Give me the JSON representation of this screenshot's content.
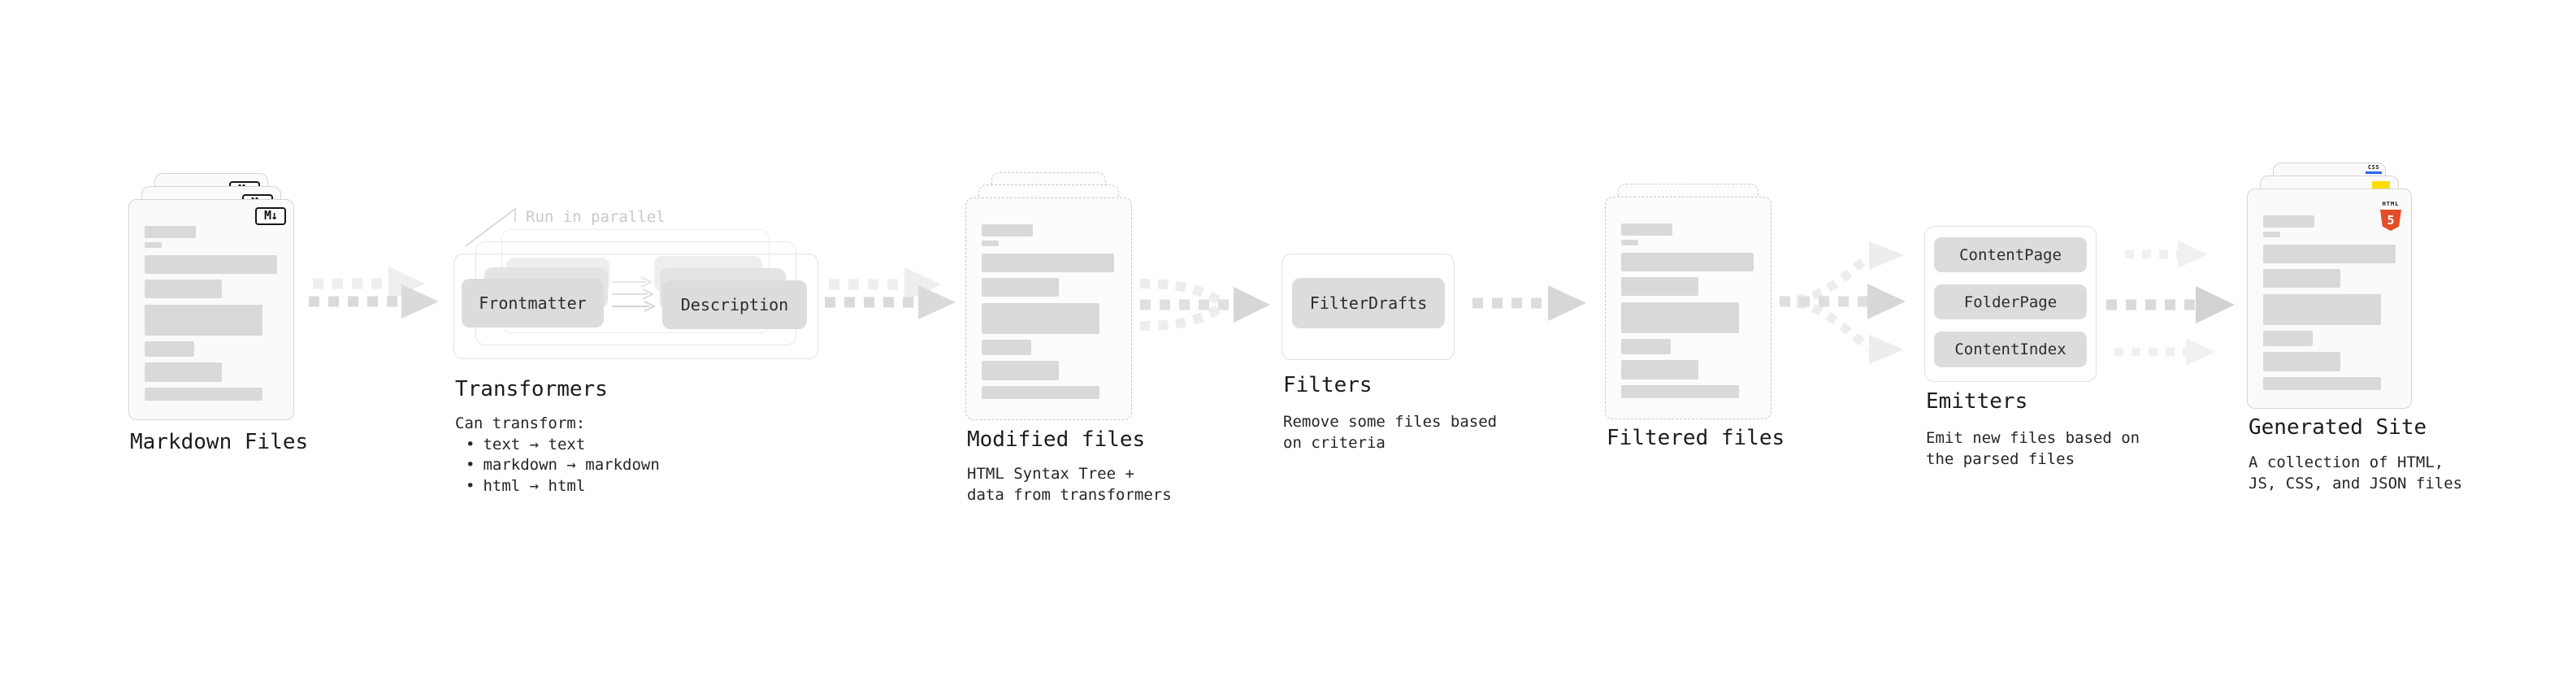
{
  "colors": {
    "html5_orange": "#e44d26",
    "js_yellow": "#ffdd00",
    "css_blue": "#2965f1"
  },
  "markdown_files": {
    "label": "Markdown Files",
    "badge": "M↓"
  },
  "transformers": {
    "callout": "Run in parallel",
    "pill_left": "Frontmatter",
    "pill_right": "Description",
    "label": "Transformers",
    "desc_title": "Can transform:",
    "bullet": "•",
    "bullets": [
      "text → text",
      "markdown → markdown",
      "html → html"
    ]
  },
  "modified_files": {
    "label": "Modified files",
    "desc": [
      "HTML Syntax Tree +",
      "data from transformers"
    ]
  },
  "filters": {
    "pill": "FilterDrafts",
    "label": "Filters",
    "desc": [
      "Remove some files based",
      "on criteria"
    ]
  },
  "filtered_files": {
    "label": "Filtered files"
  },
  "emitters": {
    "pills": [
      "ContentPage",
      "FolderPage",
      "ContentIndex"
    ],
    "label": "Emitters",
    "desc": [
      "Emit new files based on",
      "the parsed files"
    ]
  },
  "generated_site": {
    "label": "Generated Site",
    "desc": [
      "A collection of HTML,",
      "JS, CSS, and JSON files"
    ],
    "css_badge": "CSS",
    "html_badge_word": "HTML",
    "html_badge_number": "5"
  }
}
